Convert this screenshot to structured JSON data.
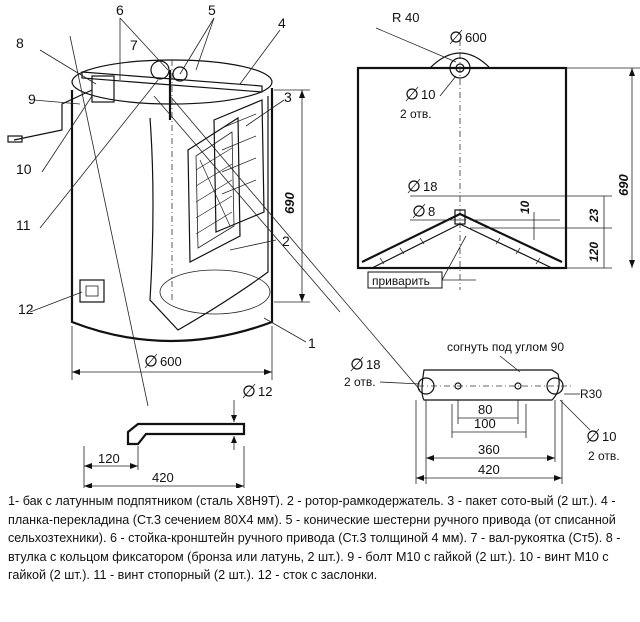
{
  "callouts": {
    "c1": "1",
    "c2": "2",
    "c3": "3",
    "c4": "4",
    "c5": "5",
    "c6": "6",
    "c7": "7",
    "c8": "8",
    "c9": "9",
    "c10": "10",
    "c11": "11",
    "c12": "12"
  },
  "dims": {
    "tank_height": "690",
    "tank_diameter": "600",
    "bar_thickness": "12",
    "bar_bend": "120",
    "bar_length": "420",
    "r40": "R 40",
    "top_hole": "600",
    "holes10_dia": "10",
    "holes10_count": "2 отв.",
    "d18": "18",
    "d8": "8",
    "dim10": "10",
    "dim23": "23",
    "dim120": "120",
    "height690": "690",
    "weld_note": "приварить",
    "bend_note": "согнуть под углом 90",
    "plate_hole18": "18",
    "plate_hole18_count": "2 отв.",
    "plate_80": "80",
    "plate_100": "100",
    "plate_360": "360",
    "plate_420": "420",
    "plate_r30": "R30",
    "plate_hole10": "10",
    "plate_hole10_count": "2 отв."
  },
  "legend": "1- бак с латунным подпятником (сталь Х8Н9Т). 2 - ротор-рамкодержатель. 3 - пакет сото-вый (2 шт.). 4 - планка-перекладина (Ст.3 сечением 80Х4 мм). 5 - конические шестерни ручного привода (от списанной сельхозтехники). 6 - стойка-кронштейн ручного привода (Ст.3 толщиной 4 мм). 7 - вал-рукоятка (Ст5). 8 - втулка с кольцом фиксатором (бронза или латунь, 2 шт.). 9 - болт М10 с гайкой (2 шт.). 10 - винт М10 с гайкой (2 шт.). 11 - винт стопорный (2 шт.). 12 - сток с заслонки."
}
